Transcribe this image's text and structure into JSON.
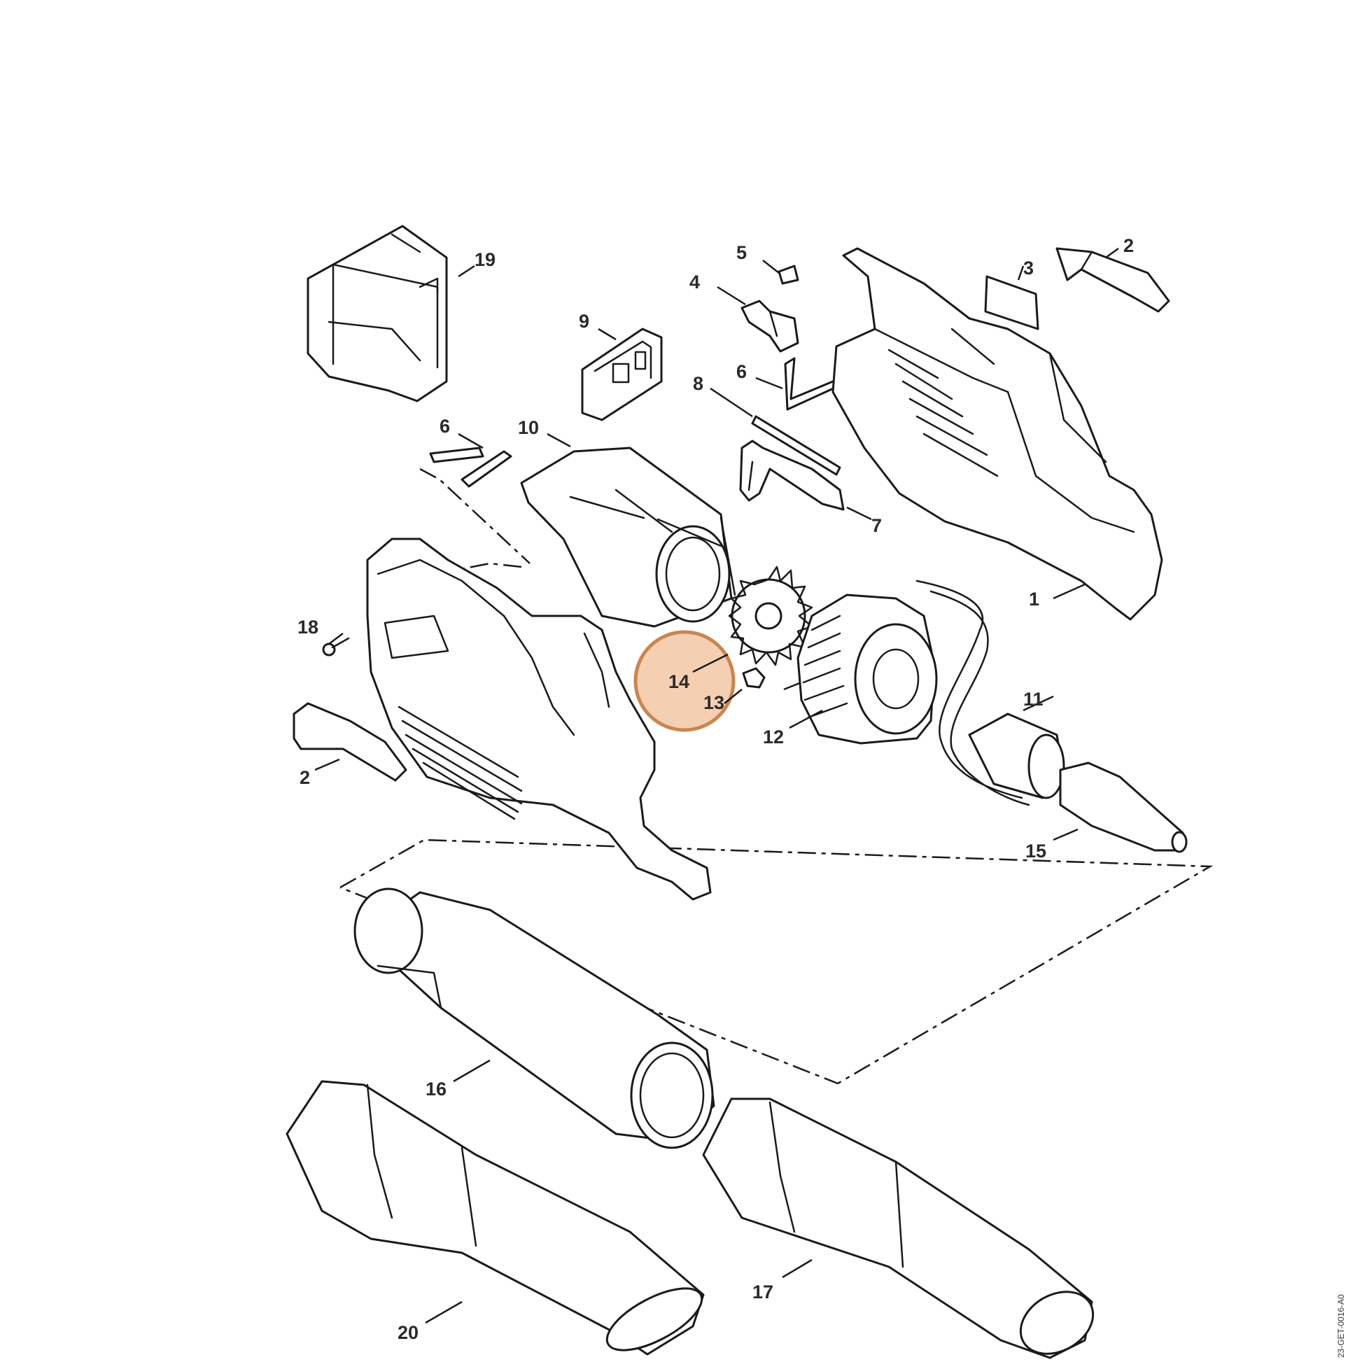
{
  "diagram_code": "23-GET-0016-A0",
  "highlight": {
    "label": "14",
    "fill": "#F2C7A4",
    "stroke": "#C8864F"
  },
  "callouts": [
    {
      "id": "c1",
      "label": "1"
    },
    {
      "id": "c2a",
      "label": "2"
    },
    {
      "id": "c2b",
      "label": "2"
    },
    {
      "id": "c3",
      "label": "3"
    },
    {
      "id": "c4",
      "label": "4"
    },
    {
      "id": "c5",
      "label": "5"
    },
    {
      "id": "c6a",
      "label": "6"
    },
    {
      "id": "c6b",
      "label": "6"
    },
    {
      "id": "c7",
      "label": "7"
    },
    {
      "id": "c8",
      "label": "8"
    },
    {
      "id": "c9",
      "label": "9"
    },
    {
      "id": "c10",
      "label": "10"
    },
    {
      "id": "c11",
      "label": "11"
    },
    {
      "id": "c12",
      "label": "12"
    },
    {
      "id": "c13",
      "label": "13"
    },
    {
      "id": "c14",
      "label": "14"
    },
    {
      "id": "c15",
      "label": "15"
    },
    {
      "id": "c16",
      "label": "16"
    },
    {
      "id": "c17",
      "label": "17"
    },
    {
      "id": "c18",
      "label": "18"
    },
    {
      "id": "c19",
      "label": "19"
    },
    {
      "id": "c20",
      "label": "20"
    }
  ]
}
